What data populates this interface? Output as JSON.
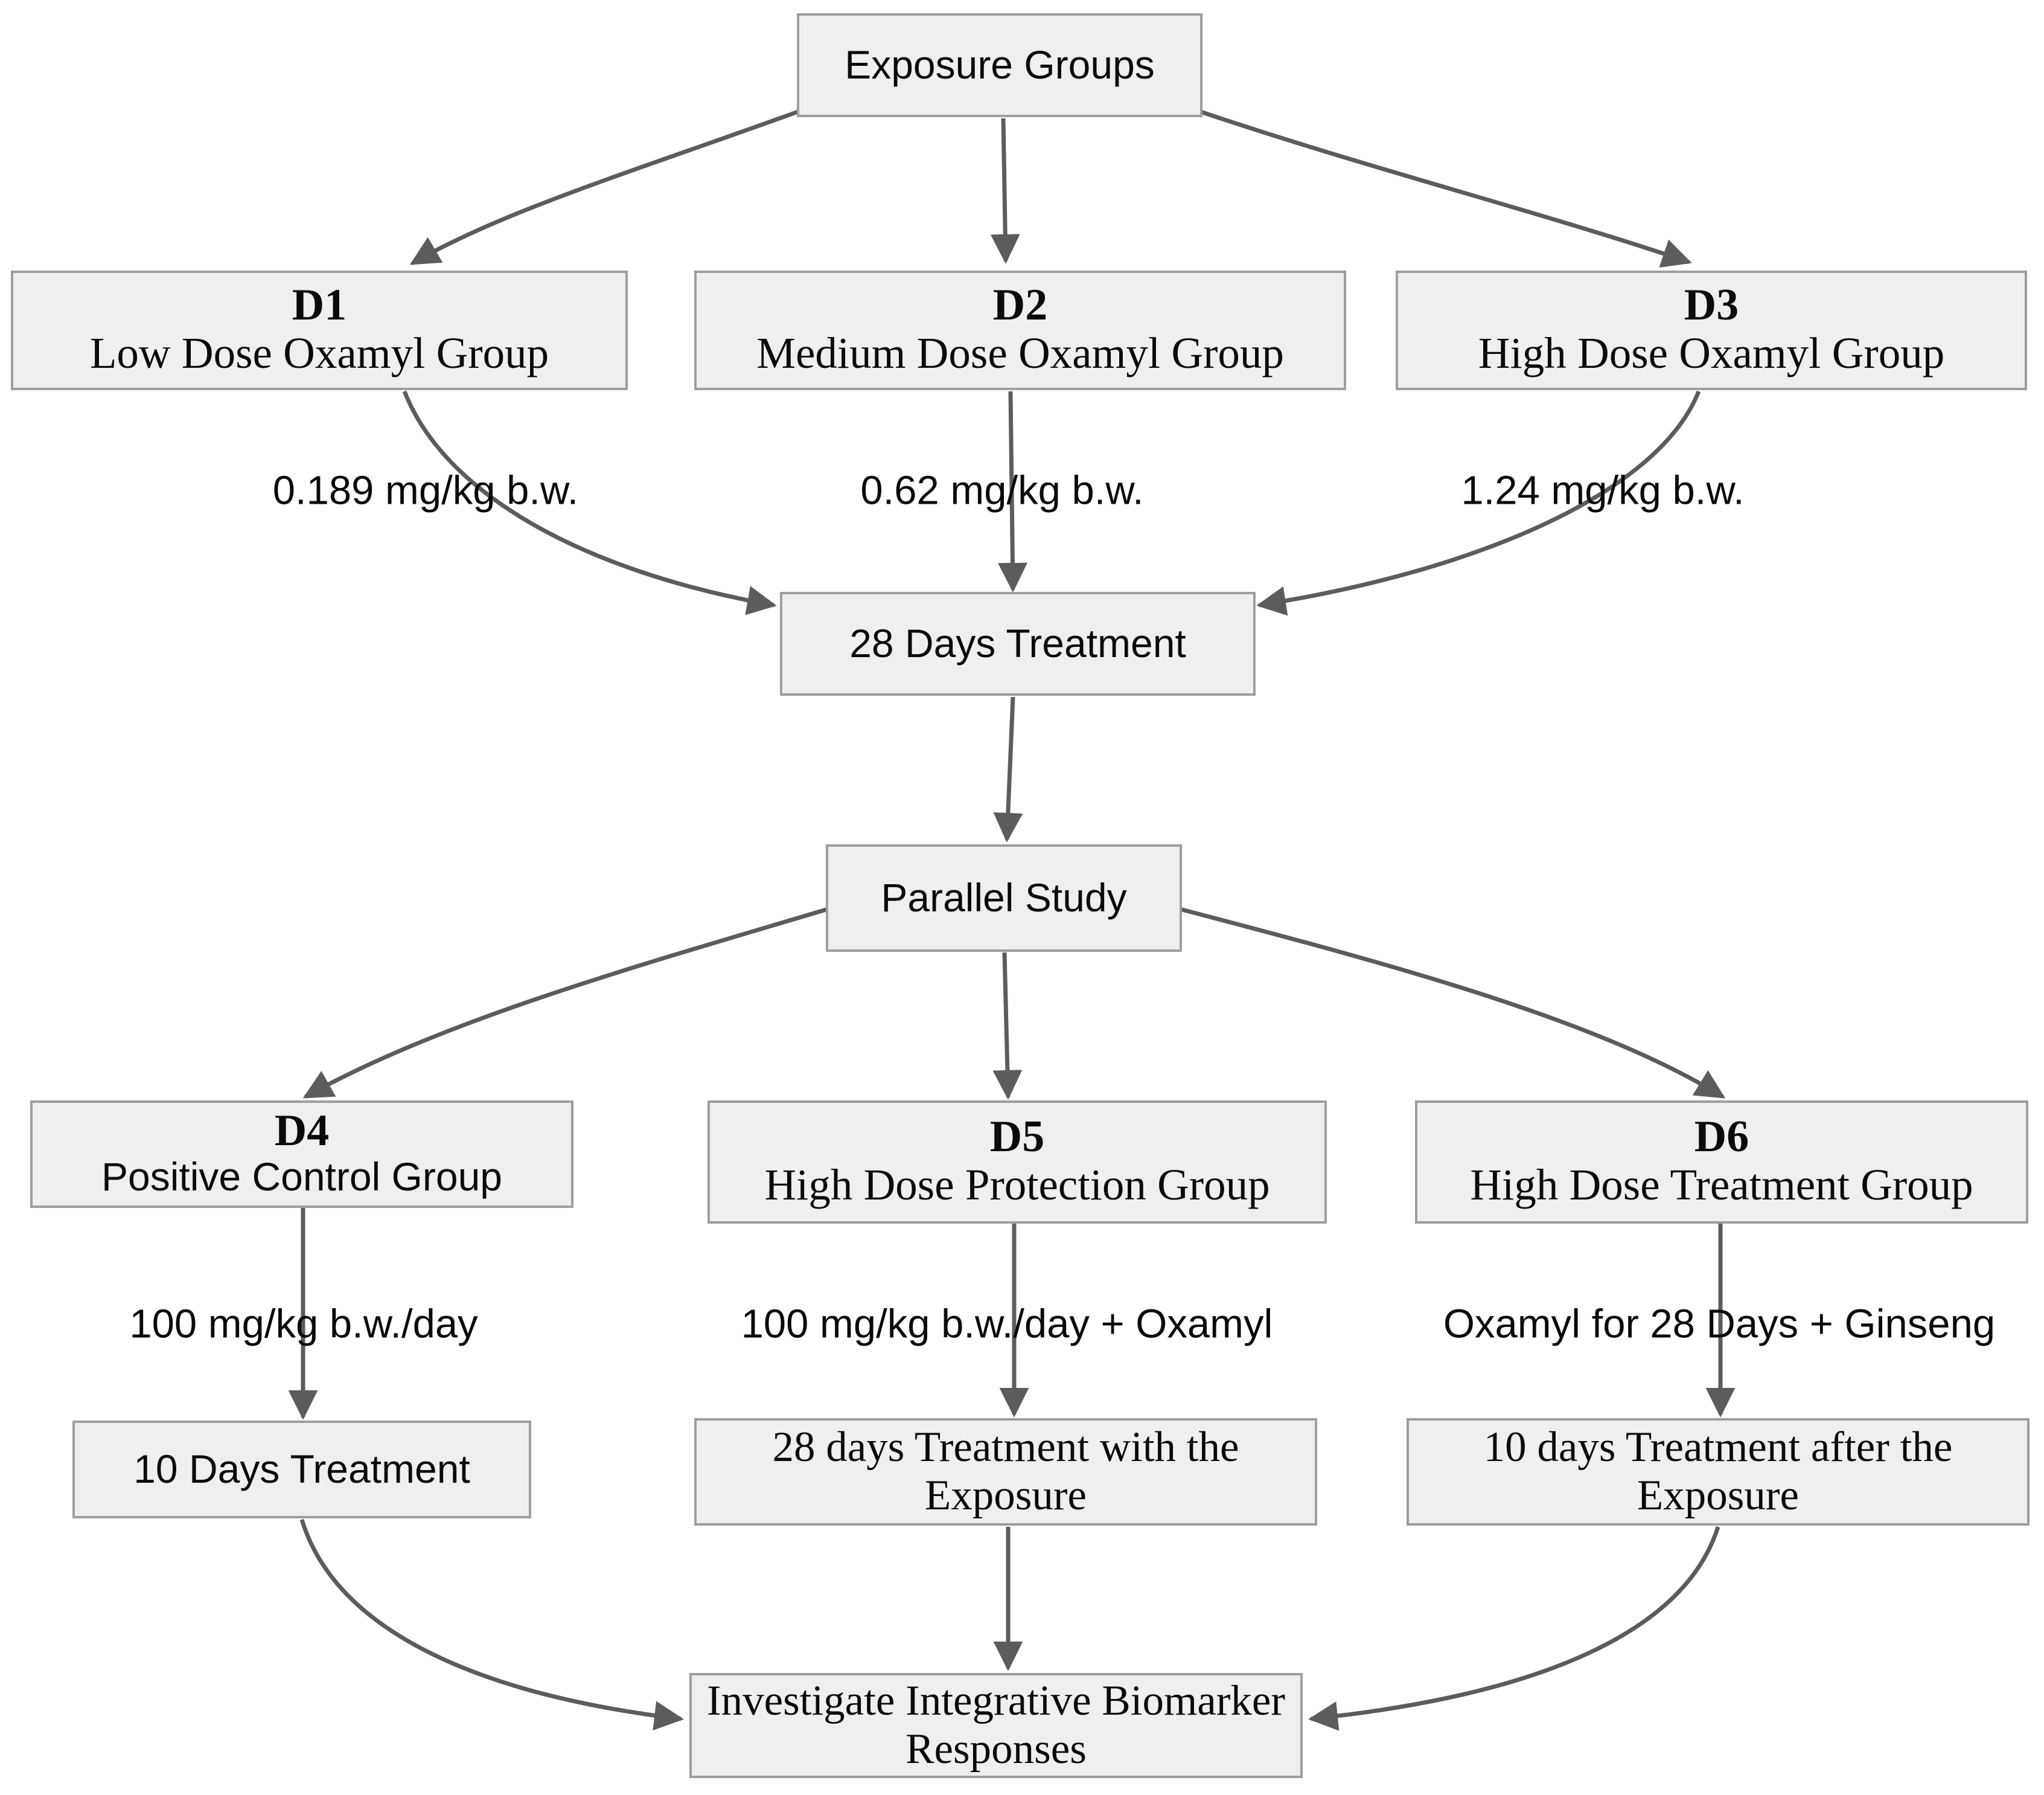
{
  "diagram": {
    "nodes": {
      "exposure_groups": {
        "label": "Exposure Groups"
      },
      "d1": {
        "id": "D1",
        "label": "Low Dose Oxamyl Group"
      },
      "d2": {
        "id": "D2",
        "label": "Medium Dose Oxamyl Group"
      },
      "d3": {
        "id": "D3",
        "label": "High Dose Oxamyl Group"
      },
      "treatment_28": {
        "label": "28 Days Treatment"
      },
      "parallel_study": {
        "label": "Parallel Study"
      },
      "d4": {
        "id": "D4",
        "label": "Positive Control Group"
      },
      "d5": {
        "id": "D5",
        "label": "High Dose Protection Group"
      },
      "d6": {
        "id": "D6",
        "label": "High Dose Treatment Group"
      },
      "treatment_10": {
        "label": "10 Days Treatment"
      },
      "treatment_28_with_exposure": {
        "label": "28 days Treatment with the Exposure"
      },
      "treatment_10_after_exposure": {
        "label": "10 days Treatment after the Exposure"
      },
      "investigate": {
        "label": "Investigate Integrative Biomarker Responses"
      }
    },
    "edges": [
      {
        "from": "exposure_groups",
        "to": "d1",
        "label": ""
      },
      {
        "from": "exposure_groups",
        "to": "d2",
        "label": ""
      },
      {
        "from": "exposure_groups",
        "to": "d3",
        "label": ""
      },
      {
        "from": "d1",
        "to": "treatment_28",
        "label": "0.189 mg/kg b.w."
      },
      {
        "from": "d2",
        "to": "treatment_28",
        "label": "0.62 mg/kg b.w."
      },
      {
        "from": "d3",
        "to": "treatment_28",
        "label": "1.24 mg/kg b.w."
      },
      {
        "from": "treatment_28",
        "to": "parallel_study",
        "label": ""
      },
      {
        "from": "parallel_study",
        "to": "d4",
        "label": ""
      },
      {
        "from": "parallel_study",
        "to": "d5",
        "label": ""
      },
      {
        "from": "parallel_study",
        "to": "d6",
        "label": ""
      },
      {
        "from": "d4",
        "to": "treatment_10",
        "label": "100 mg/kg b.w./day"
      },
      {
        "from": "d5",
        "to": "treatment_28_with_exposure",
        "label": "100 mg/kg b.w./day + Oxamyl"
      },
      {
        "from": "d6",
        "to": "treatment_10_after_exposure",
        "label": "Oxamyl for 28 Days + Ginseng"
      },
      {
        "from": "treatment_10",
        "to": "investigate",
        "label": ""
      },
      {
        "from": "treatment_28_with_exposure",
        "to": "investigate",
        "label": ""
      },
      {
        "from": "treatment_10_after_exposure",
        "to": "investigate",
        "label": ""
      }
    ],
    "colors": {
      "node_fill": "#efefef",
      "node_border": "#9e9e9e",
      "edge": "#5c5c5c",
      "text": "#0a0a0a"
    }
  }
}
